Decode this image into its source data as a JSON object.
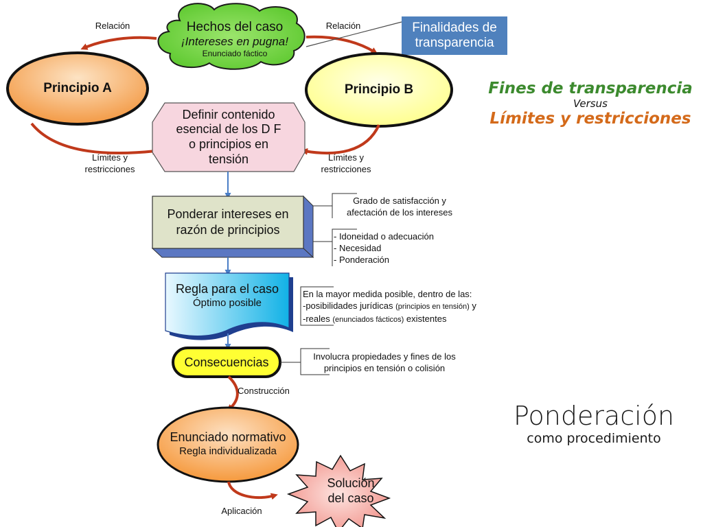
{
  "colors": {
    "arrow_red": "#c0391b",
    "arrow_blue": "#4a7ec6",
    "cloud_green": "#6ad13a",
    "principio_a": "#f4a04f",
    "principio_b": "#ffff8e",
    "definir_pink": "#f7d6df",
    "ponderar_gray": "#dfe3c9",
    "regla_cyan": "#1ab6e8",
    "consecuencias_yellow": "#ffff33",
    "enunciado_orange": "#f79a3a",
    "solucion_pink": "#f4a6a0",
    "finalidades_blue": "#4f81bd",
    "fines_green": "#3c8a2e",
    "limites_orange": "#d46a1a"
  },
  "hechos": {
    "title": "Hechos del caso",
    "subtitle": "¡Intereses en pugna!",
    "note": "Enunciado fáctico"
  },
  "relacion_left": "Relación",
  "relacion_right": "Relación",
  "finalidades": {
    "line1": "Finalidades de",
    "line2": "transparencia"
  },
  "principio_a": "Principio A",
  "principio_b": "Principio B",
  "fines": {
    "line1": "Fines de transparencia",
    "versus": "Versus",
    "line2": "Límites y restricciones"
  },
  "definir": {
    "l1": "Definir contenido",
    "l2": "esencial de los D F",
    "l3": "o principios en",
    "l4": "tensión"
  },
  "limites_left": {
    "l1": "Límites y",
    "l2": "restricciones"
  },
  "limites_right": {
    "l1": "Límites y",
    "l2": "restricciones"
  },
  "ponderar": {
    "l1": "Ponderar intereses en",
    "l2": "razón de principios"
  },
  "grado": {
    "l1": "Grado de satisfacción y",
    "l2": "afectación de los intereses"
  },
  "subprincipios": [
    "- Idoneidad o adecuación",
    "- Necesidad",
    "- Ponderación"
  ],
  "regla": {
    "title": "Regla para el caso",
    "subtitle": "Óptimo posible"
  },
  "medida": {
    "l1": "En la mayor medida posible, dentro de las:",
    "l2a": "-posibilidades jurídicas ",
    "l2b": "(principios en tensión)",
    "l2c": " y",
    "l3a": "-reales ",
    "l3b": "(enunciados fácticos)",
    "l3c": " existentes"
  },
  "consecuencias": "Consecuencias",
  "involucra": {
    "l1": "Involucra propiedades y fines de los",
    "l2": "principios en tensión o colisión"
  },
  "construccion": "Construcción",
  "ponderacion": {
    "title": "Ponderación",
    "subtitle": "como procedimiento"
  },
  "enunciado": {
    "title": "Enunciado normativo",
    "subtitle": "Regla individualizada"
  },
  "solucion": {
    "l1": "Solución",
    "l2": "del caso"
  },
  "aplicacion": "Aplicación"
}
